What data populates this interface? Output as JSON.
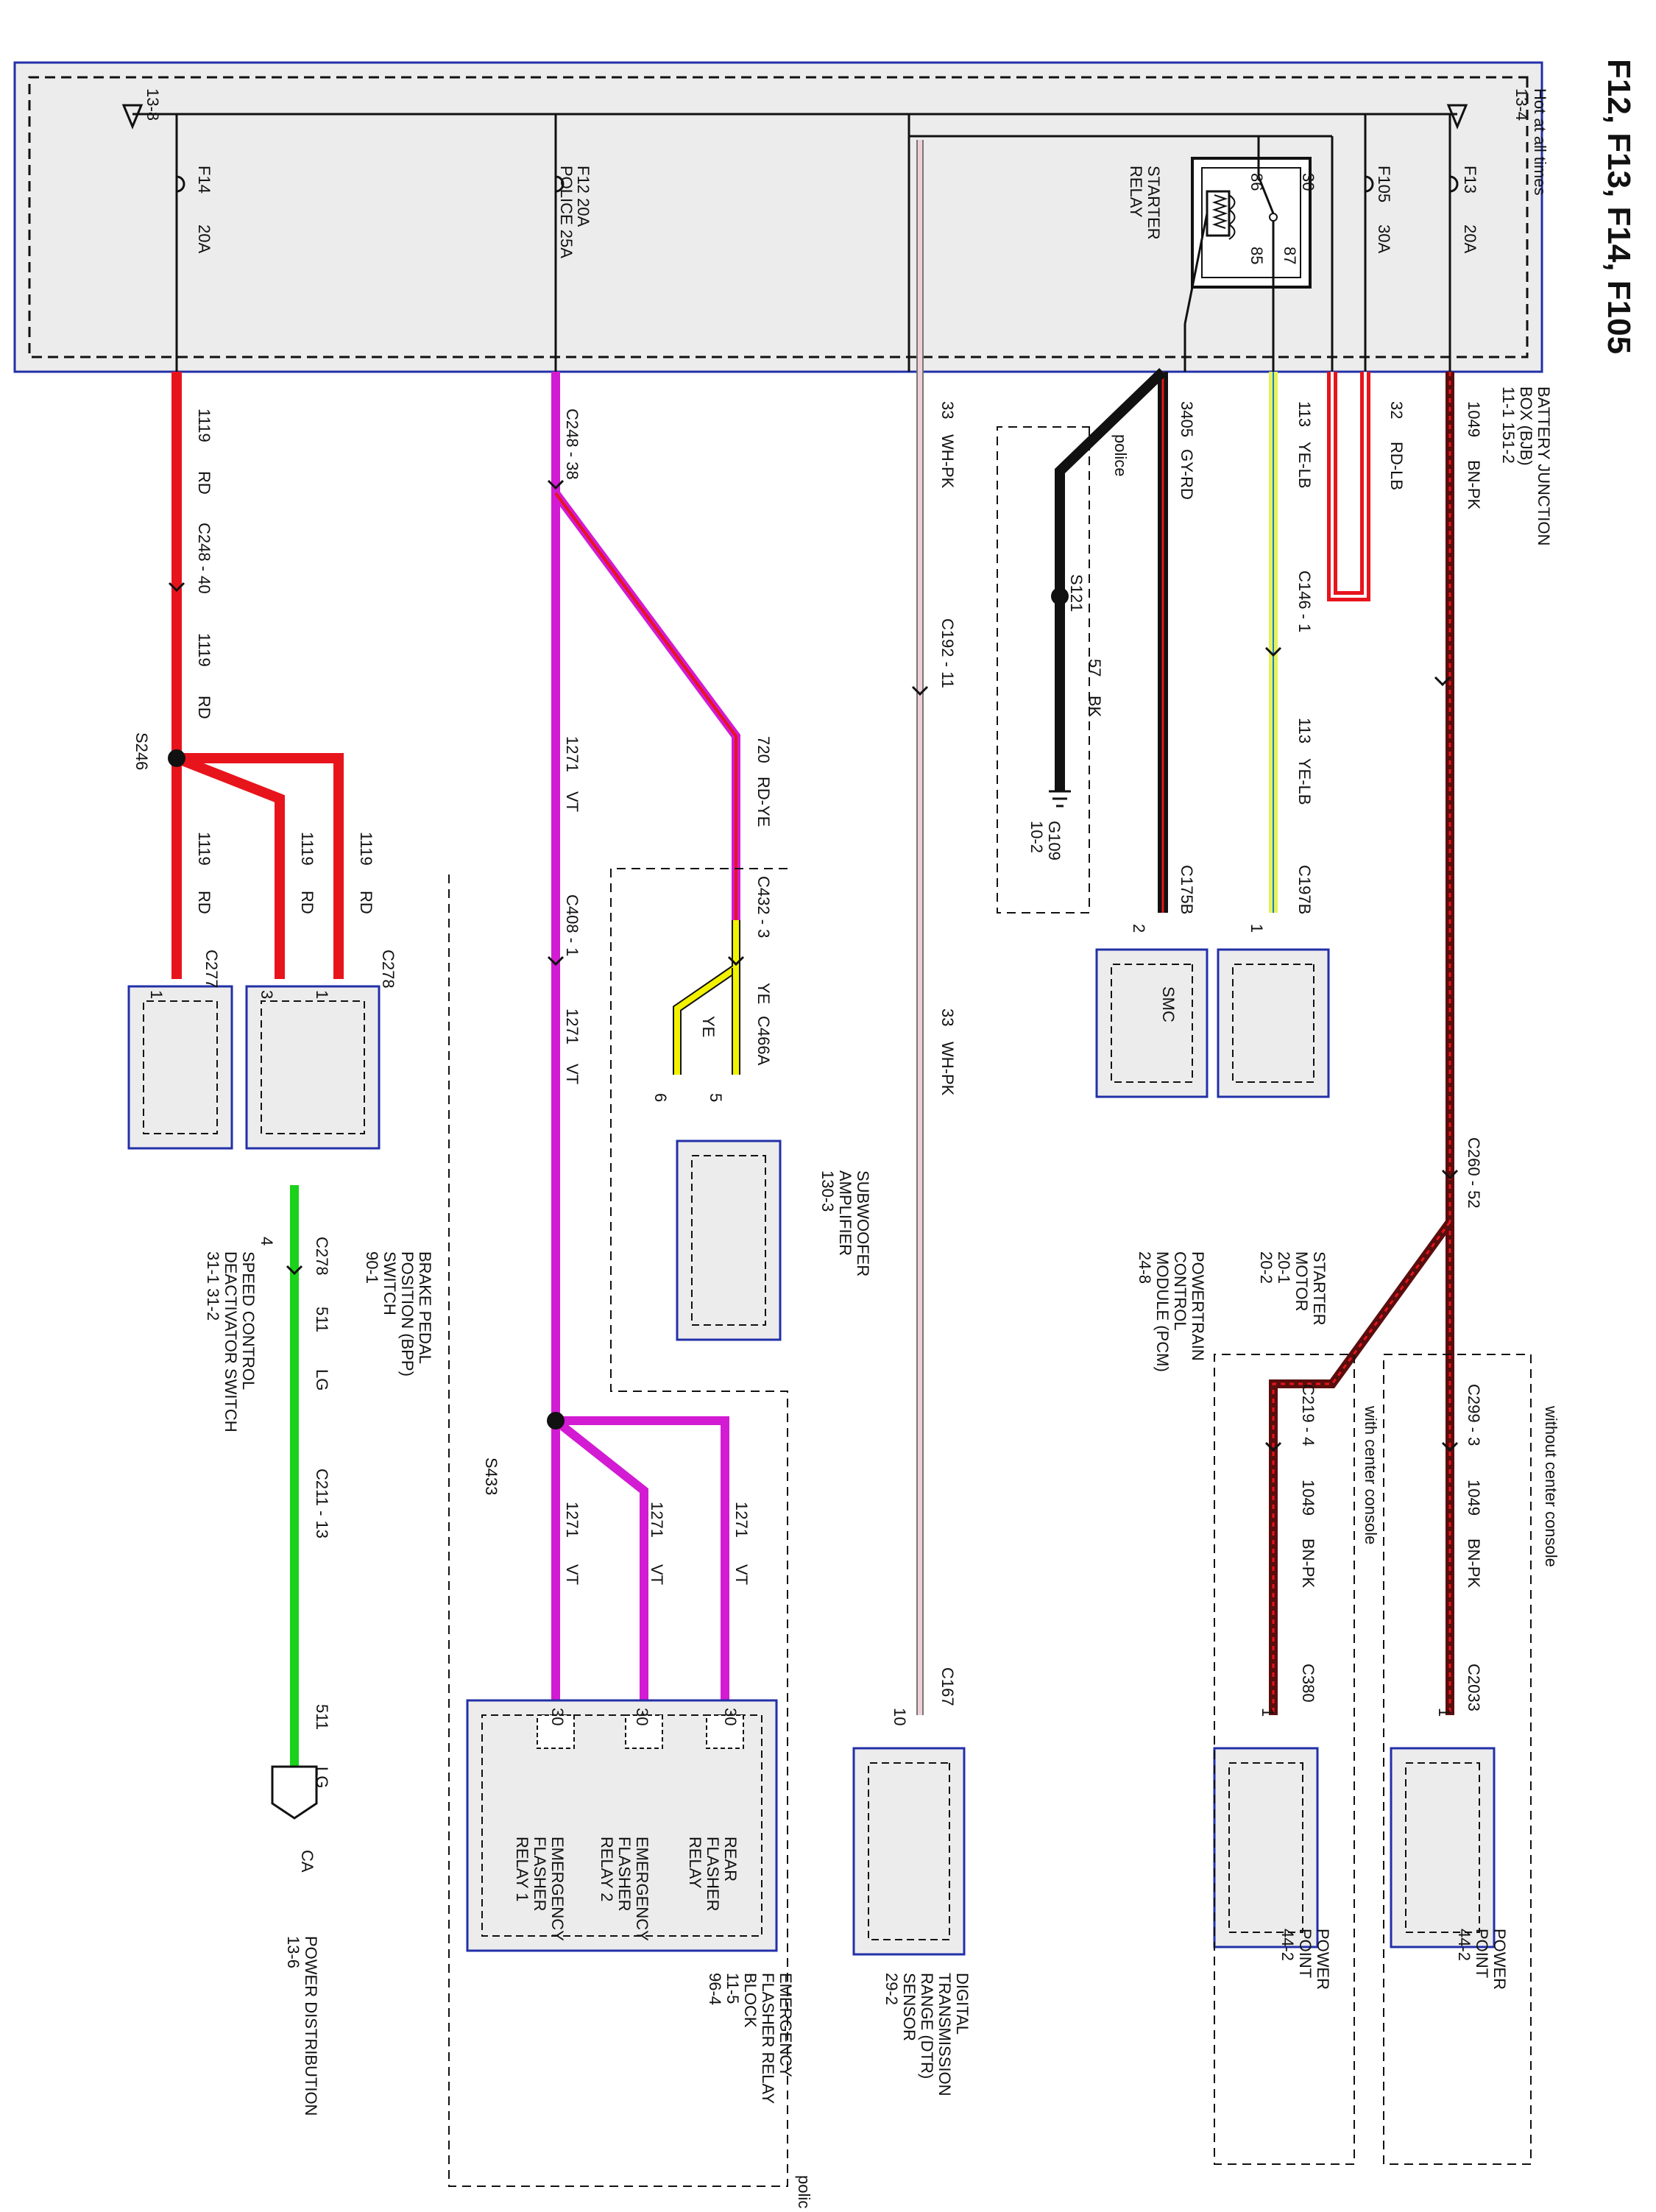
{
  "title": "F12, F13, F14, F105",
  "bjb": {
    "label_lines": [
      "BATTERY JUNCTION",
      "BOX (BJB)",
      "11-1  151-2"
    ],
    "hot_label": "Hot at all times",
    "left_ref": "13-8",
    "right_ref": "13-4"
  },
  "fuses": {
    "f14": [
      "F14",
      "20A"
    ],
    "f12": [
      "F12   20A",
      "POLICE 25A"
    ],
    "f105": [
      "F105",
      "30A"
    ],
    "f13": [
      "F13",
      "20A"
    ]
  },
  "starter_relay": {
    "label_lines": [
      "STARTER",
      "RELAY"
    ],
    "pins": [
      "86",
      "85",
      "30",
      "87"
    ]
  },
  "wires": {
    "w1119": "1119",
    "rd": "RD",
    "w1271": "1271",
    "vt": "VT",
    "w720": "720",
    "rdye": "RD-YE",
    "ye": "YE",
    "w33": "33",
    "whpk": "WH-PK",
    "w3405": "3405",
    "gyrd": "GY-RD",
    "w57": "57",
    "bk": "BK",
    "w113": "113",
    "yelb": "YE-LB",
    "w32": "32",
    "rdlb": "RD-LB",
    "w1049": "1049",
    "bnpk": "BN-PK",
    "w511": "511",
    "lg": "LG"
  },
  "connectors": {
    "c248_40": "C248 - 40",
    "c248_38": "C248 - 38",
    "c432_3": "C432 - 3",
    "c466a": "C466A",
    "c408_1": "C408 - 1",
    "c192_11": "C192 - 11",
    "c167": "C167",
    "c175b": "C175B",
    "c146_1": "C146 - 1",
    "c197b": "C197B",
    "c260_52": "C260 - 52",
    "c299_3": "C299 - 3",
    "c219_4": "C219 - 4",
    "c380": "C380",
    "c2033": "C2033",
    "c277": "C277",
    "c278": "C278",
    "c278b": "C278",
    "c211_13": "C211 - 13"
  },
  "splices": {
    "s246": "S246",
    "s433": "S433",
    "s121": "S121"
  },
  "pins": {
    "p1": "1",
    "p2": "2",
    "p3": "3",
    "p4": "4",
    "p5": "5",
    "p6": "6",
    "p10": "10",
    "p30": "30"
  },
  "ground": [
    "G109",
    "10-2"
  ],
  "groups": {
    "police": "police",
    "with_console": "with center console",
    "without_console": "without center console"
  },
  "components": {
    "speed_control": [
      "SPEED CONTROL",
      "DEACTIVATOR SWITCH",
      "31-1     31-2"
    ],
    "bpp": [
      "BRAKE PEDAL",
      "POSITION (BPP)",
      "SWITCH",
      "90-1"
    ],
    "power_dist": [
      "POWER DISTRIBUTION",
      "13-6"
    ],
    "ca": "CA",
    "subwoofer": [
      "SUBWOOFER",
      "AMPLIFIER",
      "130-3"
    ],
    "flasher_block": [
      "EMERGENCY",
      "FLASHER RELAY",
      "BLOCK",
      "11-5",
      "96-4"
    ],
    "relay1": [
      "EMERGENCY",
      "FLASHER",
      "RELAY 1"
    ],
    "relay2": [
      "EMERGENCY",
      "FLASHER",
      "RELAY 2"
    ],
    "rear_relay": [
      "REAR",
      "FLASHER",
      "RELAY"
    ],
    "dtr": [
      "DIGITAL",
      "TRANSMISSION",
      "RANGE (DTR)",
      "SENSOR",
      "29-2"
    ],
    "pcm": [
      "POWERTRAIN",
      "CONTROL",
      "MODULE (PCM)",
      "24-8"
    ],
    "smc": "SMC",
    "starter_motor": [
      "STARTER",
      "MOTOR",
      "20-1",
      "20-2"
    ],
    "power_point_1": [
      "POWER",
      "POINT",
      "44-2"
    ],
    "power_point_2": [
      "POWER",
      "POINT",
      "44-2"
    ]
  },
  "colors": {
    "red": "#e8141c",
    "violet": "#d21bd2",
    "yellow": "#f2f200",
    "green": "#19d219",
    "black": "#111111",
    "brown": "#5a0d0d",
    "pink": "#f0d0d8",
    "lime": "#e6f25a",
    "box_border": "#2230a8",
    "box_fill": "#ececec"
  }
}
